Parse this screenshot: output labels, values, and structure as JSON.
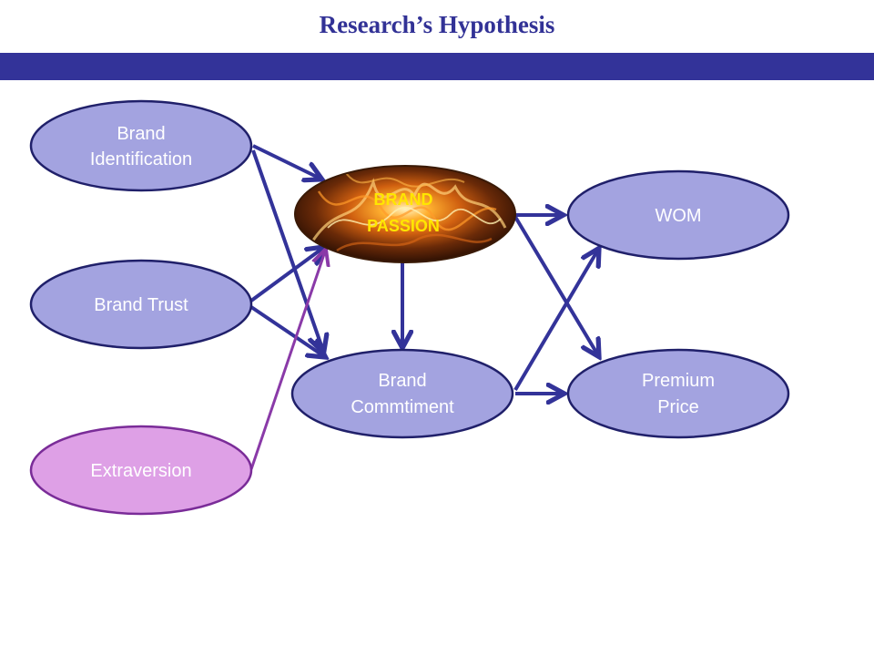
{
  "header": {
    "title": "Research’s Hypothesis"
  },
  "nodes": {
    "brand_identification": {
      "lines": [
        "Brand",
        "Identification"
      ]
    },
    "brand_trust": {
      "lines": [
        "Brand Trust"
      ]
    },
    "extraversion": {
      "lines": [
        "Extraversion"
      ]
    },
    "brand_passion": {
      "lines": [
        "BRAND",
        "PASSION"
      ]
    },
    "brand_commitment": {
      "lines": [
        "Brand",
        "Commtiment"
      ]
    },
    "wom": {
      "lines": [
        "WOM"
      ]
    },
    "premium_price": {
      "lines": [
        "Premium",
        "Price"
      ]
    }
  },
  "colors": {
    "accent": "#333399",
    "node_fill": "#a3a3e0",
    "node_stroke": "#20206a",
    "extraversion_fill": "#dea0e6",
    "extraversion_stroke": "#7a2c98",
    "arrow": "#333399",
    "extraversion_arrow": "#8a3aa8",
    "passion_text": "#ffe600"
  }
}
